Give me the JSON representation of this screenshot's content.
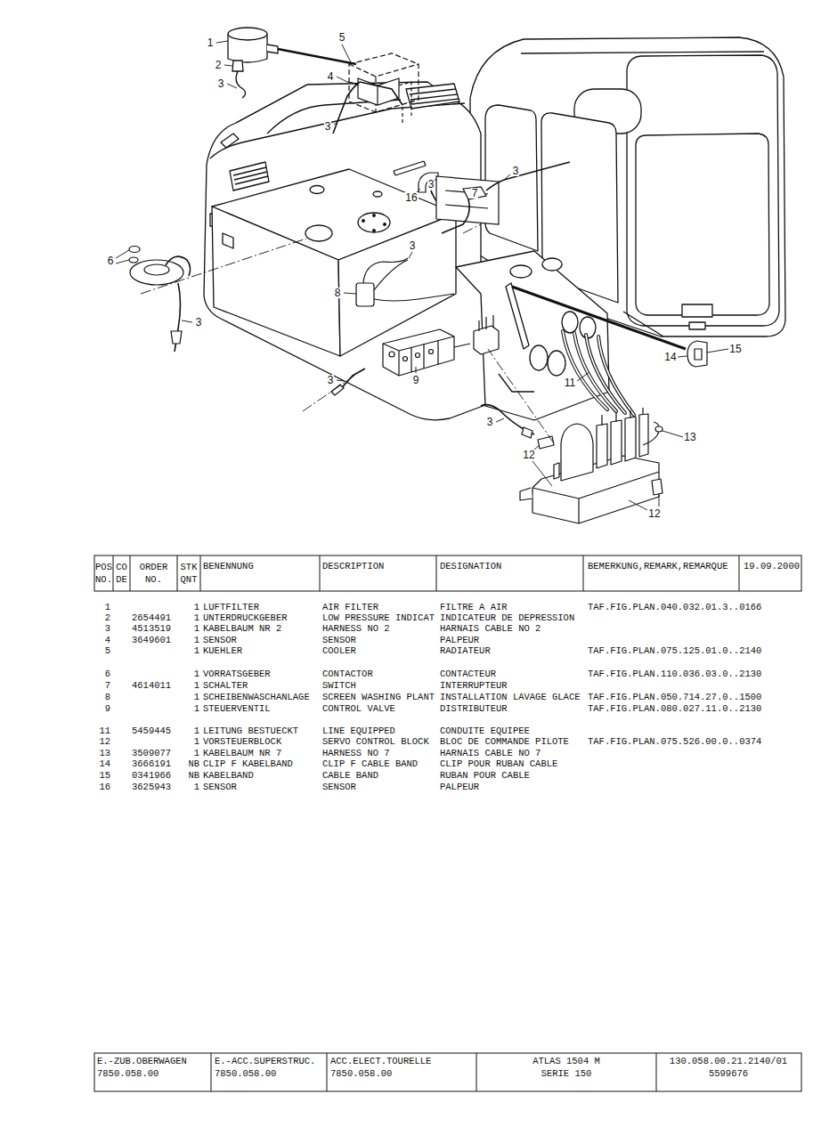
{
  "diagram": {
    "labels": [
      "1",
      "2",
      "3",
      "5",
      "4",
      "3",
      "3",
      "16",
      "3",
      "7",
      "3",
      "6",
      "3",
      "8",
      "3",
      "9",
      "3",
      "11",
      "14",
      "15",
      "13",
      "12",
      "12",
      "POS NO.",
      "CO DE",
      "ORDER NO.",
      "STK QNT",
      "BENENNUNG",
      "DESCRIPTION",
      "DESIGNATION",
      "BEMERKUNG,REMARK,REMARQUE",
      "19.09.2000",
      "1",
      "1",
      "LUFTFILTER",
      "AIR FILTER",
      "FILTRE A AIR",
      "TAF.FIG.PLAN.040.032.01.3..0166",
      "2",
      "2654491",
      "1",
      "UNTERDRUCKGEBER",
      "LOW PRESSURE INDICAT",
      "INDICATEUR DE DEPRESSION",
      "3",
      "4513519",
      "1",
      "KABELBAUM NR 2",
      "HARNESS NO 2",
      "HARNAIS CABLE NO 2",
      "4",
      "3649601",
      "1",
      "SENSOR",
      "SENSOR",
      "PALPEUR",
      "5",
      "1",
      "KUEHLER",
      "COOLER",
      "RADIATEUR",
      "TAF.FIG.PLAN.075.125.01.0..2140",
      "6",
      "1",
      "VORRATSGEBER",
      "CONTACTOR",
      "CONTACTEUR",
      "TAF.FIG.PLAN.110.036.03.0..2130",
      "7",
      "4614011",
      "1",
      "SCHALTER",
      "SWITCH",
      "INTERRUPTEUR",
      "8",
      "1",
      "SCHEIBENWASCHANLAGE",
      "SCREEN WASHING PLANT",
      "INSTALLATION LAVAGE GLACE",
      "TAF.FIG.PLAN.050.714.27.0..1500",
      "9",
      "1",
      "STEUERVENTIL",
      "CONTROL VALVE",
      "DISTRIBUTEUR",
      "TAF.FIG.PLAN.080.027.11.0..2130",
      "11",
      "5459445",
      "1",
      "LEITUNG BESTUECKT",
      "LINE EQUIPPED",
      "CONDUITE EQUIPEE",
      "12",
      "1",
      "VORSTEUERBLOCK",
      "SERVO CONTROL BLOCK",
      "BLOC DE COMMANDE PILOTE",
      "TAF.FIG.PLAN.075.526.00.0..0374",
      "13",
      "3509077",
      "1",
      "KABELBAUM NR 7",
      "HARNESS NO 7",
      "HARNAIS CABLE NO 7",
      "14",
      "3666191",
      "NB",
      "CLIP F KABELBAND",
      "CLIP F CABLE BAND",
      "CLIP POUR RUBAN CABLE",
      "15",
      "0341966",
      "NB",
      "KABELBAND",
      "CABLE BAND",
      "RUBAN POUR CABLE",
      "16",
      "3625943",
      "1",
      "SENSOR",
      "SENSOR",
      "PALPEUR",
      "E.-ZUB.OBERWAGEN",
      "7850.058.00",
      "E.-ACC.SUPERSTRUC.",
      "7850.058.00",
      "ACC.ELECT.TOURELLE",
      "7850.058.00",
      "ATLAS 1504 M",
      "SERIE 150",
      "130.058.00.21.2140/01",
      "5599676"
    ]
  }
}
